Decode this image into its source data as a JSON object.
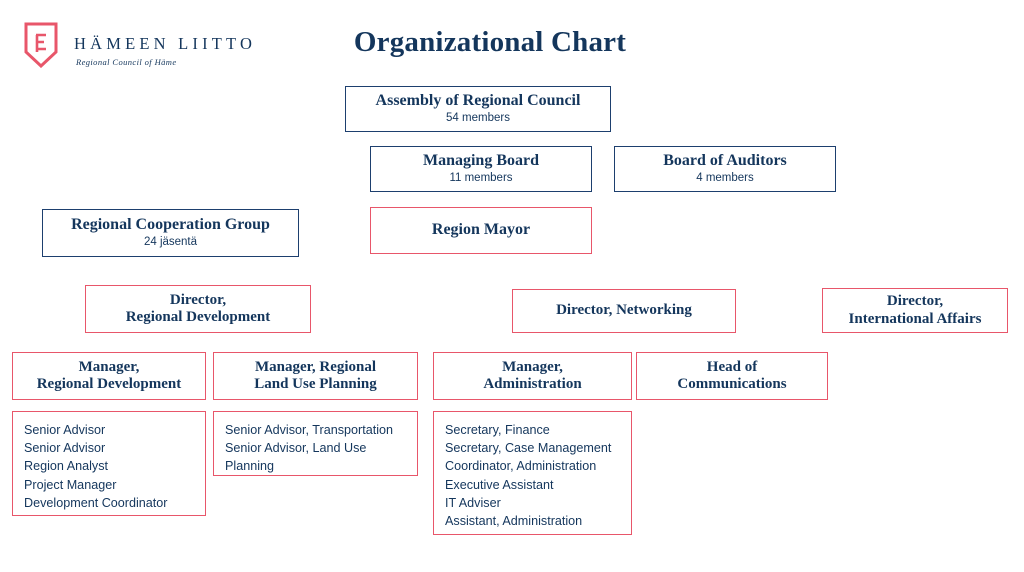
{
  "header": {
    "logo_wordmark": "HÄMEEN LIITTO",
    "logo_tagline": "Regional Council of Häme",
    "logo_icon": "shield-logo-icon",
    "title": "Organizational Chart"
  },
  "colors": {
    "navy": "#14365c",
    "blue_border": "#1d3f6e",
    "red_border": "#e8566a",
    "background": "#ffffff"
  },
  "nodes": {
    "assembly": {
      "title": "Assembly of Regional Council",
      "sub": "54 members"
    },
    "managing_board": {
      "title": "Managing Board",
      "sub": "11 members"
    },
    "board_of_auditors": {
      "title": "Board of Auditors",
      "sub": "4 members"
    },
    "regional_cooperation_group": {
      "title": "Regional Cooperation Group",
      "sub": "24 jäsentä"
    },
    "region_mayor": {
      "title": "Region Mayor",
      "sub": ""
    },
    "director_regional_development": {
      "line1": "Director,",
      "line2": "Regional Development"
    },
    "director_networking": {
      "title": "Director, Networking"
    },
    "director_international_affairs": {
      "line1": "Director,",
      "line2": "International Affairs"
    },
    "manager_regional_development": {
      "line1": "Manager,",
      "line2": "Regional Development"
    },
    "manager_regional_land_use": {
      "line1": "Manager, Regional",
      "line2": "Land Use Planning"
    },
    "manager_administration": {
      "line1": "Manager,",
      "line2": "Administration"
    },
    "head_of_communications": {
      "line1": "Head of",
      "line2": "Communications"
    }
  },
  "lists": {
    "regional_development_staff": [
      "Senior Advisor",
      "Senior Advisor",
      "Region Analyst",
      "Project Manager",
      "Development Coordinator"
    ],
    "land_use_planning_staff": [
      "Senior Advisor, Transportation",
      "Senior Advisor, Land Use Planning"
    ],
    "administration_staff": [
      "Secretary, Finance",
      "Secretary, Case Management",
      "Coordinator, Administration",
      "Executive Assistant",
      "IT Adviser",
      "Assistant, Administration"
    ]
  }
}
